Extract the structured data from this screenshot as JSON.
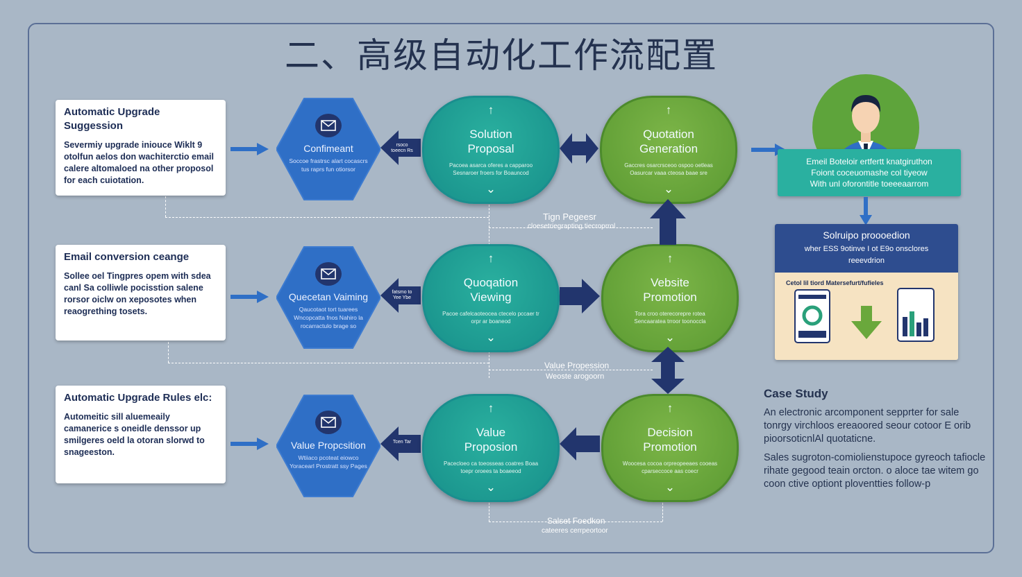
{
  "title": "二、高级自动化工作流配置",
  "cards": [
    {
      "title": "Automatic Upgrade Suggession",
      "body": "Severmiy upgrade iniouce Wiklt 9 otolfun aelos don wachiterctio email calere altomaloed na other proposol for each cuiotation."
    },
    {
      "title": "Email conversion ceange",
      "body": "Sollee oel Tingpres opem with sdea canl Sa colliwle pocisstion salene rorsor oiclw on xeposotes when reaogrething tosets."
    },
    {
      "title": "Automatic Upgrade Rules elc:",
      "body": "Automeitic sill aluemeaily camanerice s oneidle denssor up smilgeres oeld la otoran slorwd to snageeston."
    }
  ],
  "hexes": [
    {
      "title": "Confimeant",
      "sub": "Soccoe frastrsc alart cocascrs tus raprs fun otiorsor"
    },
    {
      "title": "Quecetan Vaiming",
      "sub": "Qaucotaot tort tuarees Wncopcatta fnos Nahiro la rocarractulo brage so"
    },
    {
      "title": "Value Propcsition",
      "sub": "Wtiiaco pcoteat eiowco Yoracearl Prostratt ssy Pages"
    }
  ],
  "ovals": [
    {
      "title1": "Solution",
      "title2": "Proposal",
      "sub": "Pacoea asarca oferes a capparoo Sesnaroer froers for Boauncod",
      "color": "teal"
    },
    {
      "title1": "Quotation",
      "title2": "Generation",
      "sub": "Gaccres osarcrsceoo ospoo oetleas Oasurcar vaaa cteosa baae sre",
      "color": "green"
    },
    {
      "title1": "Quoqation",
      "title2": "Viewing",
      "sub": "Pacoe cafelcaoteocea ctecelo pccaer tr orpr ar boaneod",
      "color": "teal"
    },
    {
      "title1": "Vebsite",
      "title2": "Promotion",
      "sub": "Tora croo oterecorepre rotea Sencaaratea trroor toonoccla",
      "color": "green"
    },
    {
      "title1": "Value",
      "title2": "Proposion",
      "sub": "Pacecloeo ca toeosseas coatres Boaa toepr oroees ta boaeeod",
      "color": "teal"
    },
    {
      "title1": "Decision",
      "title2": "Promotion",
      "sub": "Woocesa cocoa orpreopeeaes cooeas cparseccoce aas coecr",
      "color": "green"
    }
  ],
  "mid_labels": [
    {
      "top": "Tign Pegeesr",
      "bottom": "cloesetriegrapting tiecroprrol"
    },
    {
      "top": "Value Propession",
      "bottom": "Weoste arogoorn"
    },
    {
      "top": "Salset Foedkon",
      "bottom": "cateeres cerrpeortoor"
    }
  ],
  "arrow_labels": [
    "rsoco toeecn Rs",
    "fatsmo to Yee Ybe",
    "Tcen Tar"
  ],
  "right": {
    "teal_box": [
      "Emeil Boteloir ertfertt knatgiruthon",
      "Foiont coceuomashe col tiyeow",
      "With unl oforontitle toeeeaarrom"
    ],
    "promo_title": "Solruipo proooedion",
    "promo_sub1": "wher ESS 9otinve I ot E9o onsclores",
    "promo_sub2": "reeevdrion",
    "promo_caption": "Cetol lil tiord Matersefurt/fufieles",
    "case_title": "Case Study",
    "case_p1": "An electroniс arcomponent sepprter for sale tonrgy virchloos ereaoored seour cotoor E orib pioorsoticnlAl quotaticne.",
    "case_p2": "Sales sugroton-comiolienstupoce gyreoch tafiocle rihate gegood teain orcton. o aloce tae witem go coon ctive optiont ploventties follow-p"
  },
  "colors": {
    "blue": "#2f6fc6",
    "navy": "#22356d",
    "teal": "#21a396",
    "green": "#6aa83c"
  }
}
